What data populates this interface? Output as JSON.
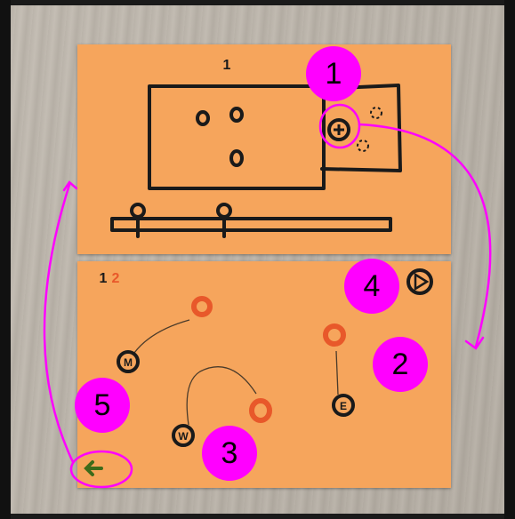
{
  "sketch": {
    "top_label": "1",
    "color_legend": {
      "first": "1",
      "second": "2"
    },
    "token_letters": {
      "m": "M",
      "w": "W",
      "e": "E"
    }
  },
  "annotations": {
    "badges": [
      "1",
      "2",
      "3",
      "4",
      "5"
    ]
  },
  "colors": {
    "paper": "#f6a55c",
    "ink": "#1a1a1a",
    "orange_ink": "#e8582a",
    "annotation": "#ff00ff",
    "back_arrow": "#3d6b1a"
  },
  "icons": {
    "plus_button": "plus-circle-icon",
    "play_button": "play-icon",
    "back_button": "arrow-left-icon"
  }
}
